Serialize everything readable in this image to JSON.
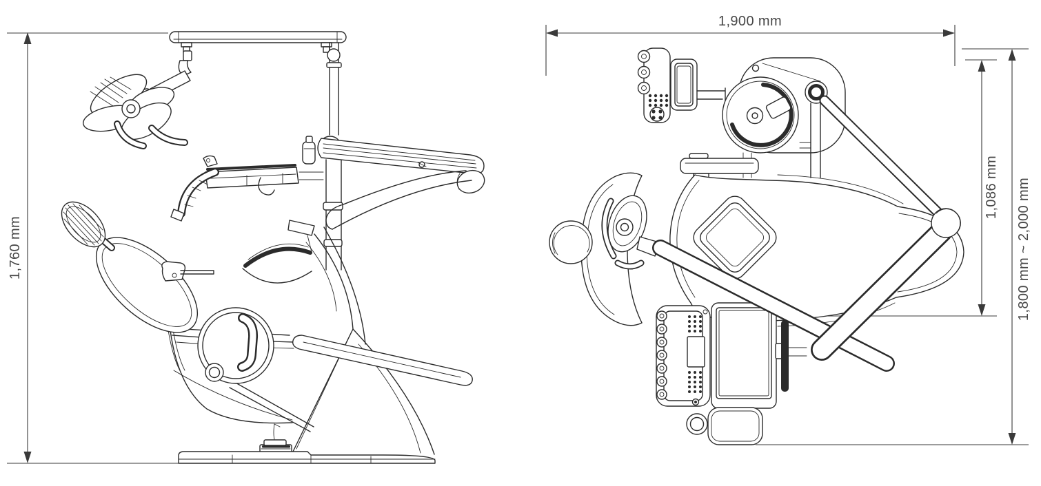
{
  "dimensions": {
    "side_height": "1,760 mm",
    "top_width": "1,900 mm",
    "top_depth_inner": "1,086 mm",
    "top_depth_overall": "1,800 mm ~ 2,000 mm"
  },
  "colors": {
    "drawing_line": "#2b2b2b",
    "dimension_line": "#3a3a3a",
    "label_text": "#474747",
    "background": "#ffffff"
  }
}
